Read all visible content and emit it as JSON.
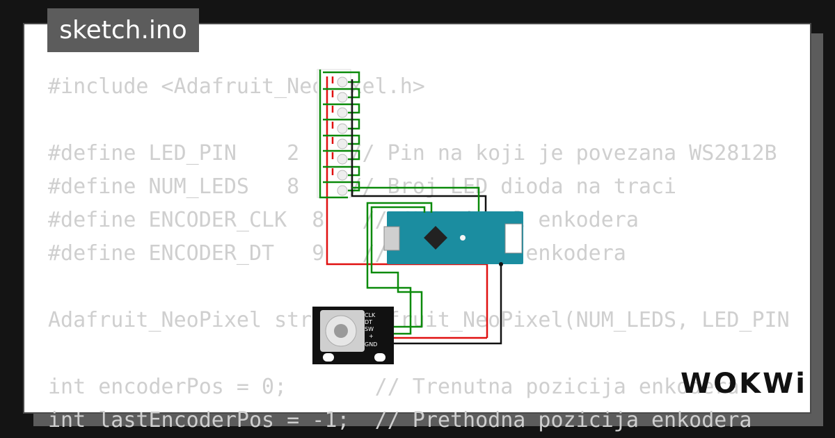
{
  "tab": {
    "filename": "sketch.ino"
  },
  "code_lines": [
    "#include <Adafruit_NeoPixel.h>",
    "",
    "#define LED_PIN    2    // Pin na koji je povezana WS2812B",
    "#define NUM_LEDS   8    // Broj LED dioda na traci",
    "#define ENCODER_CLK  8   // CLK signal enkodera",
    "#define ENCODER_DT   9   // DT signal enkodera",
    "",
    "Adafruit_NeoPixel strip(Adafruit_NeoPixel(NUM_LEDS, LED_PIN",
    "",
    "int encoderPos = 0;       // Trenutna pozicija enkodera",
    "int lastEncoderPos = -1;  // Prethodna pozicija enkodera"
  ],
  "encoder": {
    "pins": [
      "CLK",
      "DT",
      "SW",
      "+",
      "GND"
    ]
  },
  "logo": {
    "text": "WOKWi"
  },
  "colors": {
    "wire_green": "#0a8a0a",
    "wire_red": "#e01010",
    "wire_black": "#111111",
    "board": "#1b8da0"
  }
}
